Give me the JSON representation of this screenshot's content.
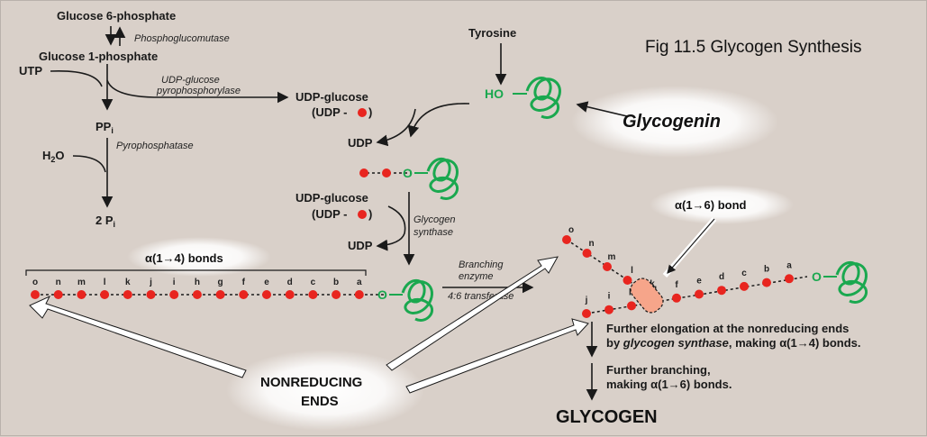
{
  "caption": "Fig 11.5 Glycogen Synthesis",
  "steps": {
    "g6p": "Glucose 6-phosphate",
    "phosphoglucomutase": "Phosphoglucomutase",
    "g1p": "Glucose 1-phosphate",
    "utp": "UTP",
    "udp_glc_ppase_1": "UDP-glucose",
    "udp_glc_ppase_2": "pyrophosphorylase",
    "udpglucose1_a": "UDP-glucose",
    "udpglucose1_b": "(UDP - ",
    "udpglucose1_c": ")",
    "ppi": "PP",
    "ppi_sub": "i",
    "pyrophosphatase": "Pyrophosphatase",
    "h2o": "H",
    "h2o_sub": "2",
    "h2o_end": "O",
    "two_pi": "2 P",
    "two_pi_sub": "i",
    "tyrosine": "Tyrosine",
    "ho": "HO",
    "glycogenin": "Glycogenin",
    "udp1": "UDP",
    "udpglucose2_a": "UDP-glucose",
    "udpglucose2_b": "(UDP - ",
    "udpglucose2_c": ")",
    "glycogen_synthase_1": "Glycogen",
    "glycogen_synthase_2": "synthase",
    "udp2": "UDP",
    "o_label": "O",
    "branching_1": "Branching",
    "branching_2": "enzyme",
    "branching_3": "4:6 transferase",
    "bond14": "α(1→4) bonds",
    "bond16": "α(1→6) bond",
    "nonreducing_1": "NONREDUCING",
    "nonreducing_2": "ENDS",
    "elong_1": "Further elongation at the nonreducing ends",
    "elong_2a": "by ",
    "elong_2b": "glycogen synthase",
    "elong_2c": ", making α(1→4) bonds.",
    "branch_1": "Further branching,",
    "branch_2": "making α(1→6) bonds.",
    "glycogen": "GLYCOGEN"
  },
  "chain_letters": [
    "o",
    "n",
    "m",
    "l",
    "k",
    "j",
    "i",
    "h",
    "g",
    "f",
    "e",
    "d",
    "c",
    "b",
    "a"
  ],
  "upper_branch_letters": [
    "o",
    "n",
    "m",
    "l",
    "k"
  ],
  "lower_chain_letters": [
    "j",
    "i",
    "h",
    "g",
    "f",
    "e",
    "d",
    "c",
    "b",
    "a"
  ],
  "colors": {
    "glucose_red": "#e8251f",
    "linker_green": "#1aa84f",
    "ink": "#1a1a1a"
  }
}
